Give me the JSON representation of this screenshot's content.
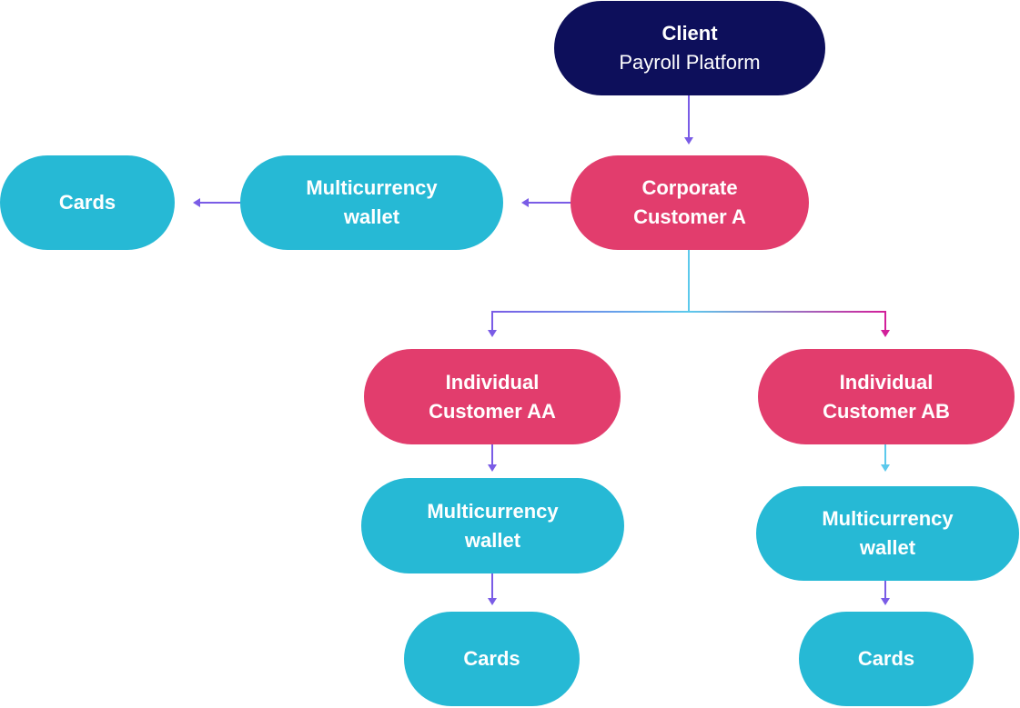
{
  "colors": {
    "client": "#0d0f5b",
    "customer": "#e23d6d",
    "product": "#26b9d5",
    "arrow": "#7a5ce6"
  },
  "client": {
    "title": "Client",
    "subtitle": "Payroll Platform"
  },
  "corporate": {
    "line1": "Corporate",
    "line2": "Customer A"
  },
  "corporate_wallet": {
    "line1": "Multicurrency",
    "line2": "wallet"
  },
  "corporate_cards": {
    "label": "Cards"
  },
  "individual_aa": {
    "line1": "Individual",
    "line2": "Customer AA",
    "wallet": {
      "line1": "Multicurrency",
      "line2": "wallet"
    },
    "cards": "Cards"
  },
  "individual_ab": {
    "line1": "Individual",
    "line2": "Customer AB",
    "wallet": {
      "line1": "Multicurrency",
      "line2": "wallet"
    },
    "cards": "Cards"
  }
}
